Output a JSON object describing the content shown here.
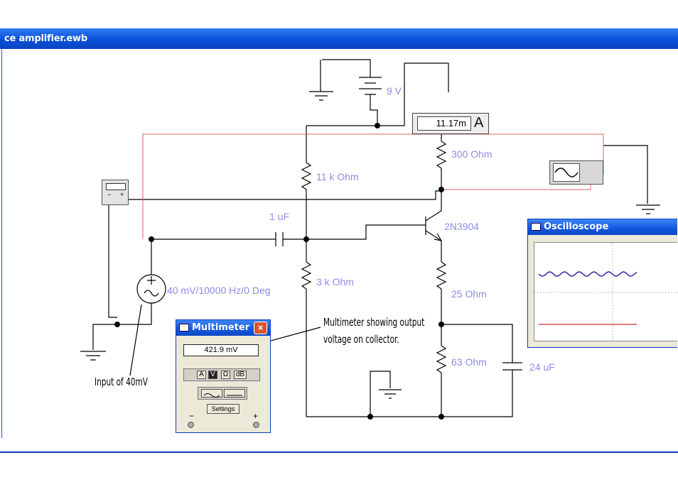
{
  "window": {
    "title": "ce amplifier.ewb"
  },
  "circuit": {
    "battery_label": "9 V",
    "resistors": [
      "300  Ohm",
      "11 k Ohm",
      "3 k Ohm",
      "25  Ohm",
      "63  Ohm"
    ],
    "capacitors": [
      "1 uF",
      "24 uF"
    ],
    "transistor_label": "2N3904",
    "source_label": "40 mV/10000 Hz/0 Deg",
    "wire_color": "#000000",
    "probe_wire_color": "#e06060"
  },
  "ammeter": {
    "reading": "11.17m",
    "unit": "A"
  },
  "annotations": {
    "input_note": "Input of 40mV",
    "multimeter_note_line1": "Multimeter showing output",
    "multimeter_note_line2": "voltage on collector."
  },
  "multimeter": {
    "title": "Multimeter",
    "reading": "421.9  mV",
    "modes": [
      "A",
      "V",
      "Ω",
      "dB"
    ],
    "selected_mode": "V",
    "settings_label": "Settings",
    "minus": "−",
    "plus": "+"
  },
  "oscilloscope": {
    "title": "Oscilloscope",
    "trace_a_color": "#2a2aa8",
    "trace_b_color": "#c83232"
  }
}
